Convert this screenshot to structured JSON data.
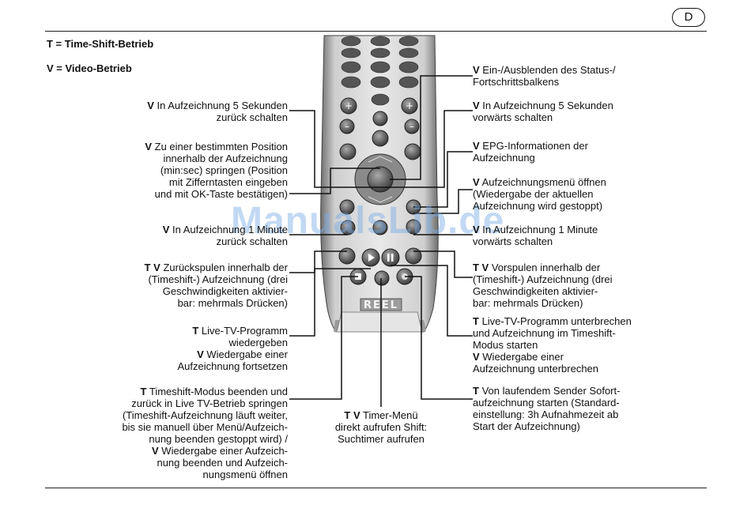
{
  "page": {
    "badge": "D"
  },
  "legend": {
    "t_line": "T = Time-Shift-Betrieb",
    "v_line": "V = Video-Betrieb"
  },
  "labels": {
    "l1": {
      "prefix": "V",
      "text": " In Aufzeichnung 5 Sekunden\nzurück schalten"
    },
    "l2": {
      "prefix": "V",
      "text": " Zu einer bestimmten Position\ninnerhalb der Aufzeichnung\n(min:sec) springen (Position\nmit Zifferntasten eingeben\nund mit OK-Taste bestätigen)"
    },
    "l3": {
      "prefix": "V",
      "text": " In Aufzeichnung 1 Minute\nzurück schalten"
    },
    "l4": {
      "prefix": "T V",
      "text": " Zurückspulen innerhalb der\n(Timeshift-) Aufzeichnung (drei\nGeschwindigkeiten aktivier-\nbar: mehrmals Drücken)"
    },
    "l5a": {
      "prefix": "T",
      "text": " Live-TV-Programm\nwiedergeben"
    },
    "l5b": {
      "prefix": "V",
      "text": " Wiedergabe einer\nAufzeichnung fortsetzen"
    },
    "l6a": {
      "prefix": "T",
      "text": " Timeshift-Modus beenden und\nzurück in Live TV-Betrieb springen\n(Timeshift-Aufzeichnung läuft weiter,\nbis sie manuell über Menü/Aufzeich-\nnung beenden gestoppt wird) /"
    },
    "l6b": {
      "prefix": "V",
      "text": " Wiedergabe einer Aufzeich-\nnung beenden und Aufzeich-\nnungsmenü öffnen"
    },
    "c1": {
      "prefix": "T V",
      "text": " Timer-Menü\ndirekt aufrufen Shift:\nSuchtimer aufrufen"
    },
    "r1": {
      "prefix": "V",
      "text": " Ein-/Ausblenden des Status-/\nFortschrittsbalkens"
    },
    "r2": {
      "prefix": "V",
      "text": " In Aufzeichnung 5 Sekunden\nvorwärts schalten"
    },
    "r3": {
      "prefix": "V",
      "text": " EPG-Informationen der\nAufzeichnung"
    },
    "r4": {
      "prefix": "V",
      "text": " Aufzeichnungsmenü öffnen\n(Wiedergabe der aktuellen\nAufzeichnung wird gestoppt)"
    },
    "r5": {
      "prefix": "V",
      "text": " In Aufzeichnung 1 Minute\nvorwärts schalten"
    },
    "r6": {
      "prefix": "T V",
      "text": " Vorspulen innerhalb der\n(Timeshift-) Aufzeichnung (drei\nGeschwindigkeiten aktivier-\nbar: mehrmals Drücken)"
    },
    "r7a": {
      "prefix": "T",
      "text": " Live-TV-Programm unterbrechen\nund Aufzeichnung im Timeshift-\nModus starten"
    },
    "r7b": {
      "prefix": "V",
      "text": " Wiedergabe einer\nAufzeichnung unterbrechen"
    },
    "r8": {
      "prefix": "T",
      "text": " Von laufendem Sender Sofort-\naufzeichnung starten (Standard-\neinstellung: 3h Aufnahmezeit ab\nStart der Aufzeichnung)"
    }
  },
  "remote": {
    "brand": "REEL"
  },
  "watermark": "ManualsLib.de"
}
